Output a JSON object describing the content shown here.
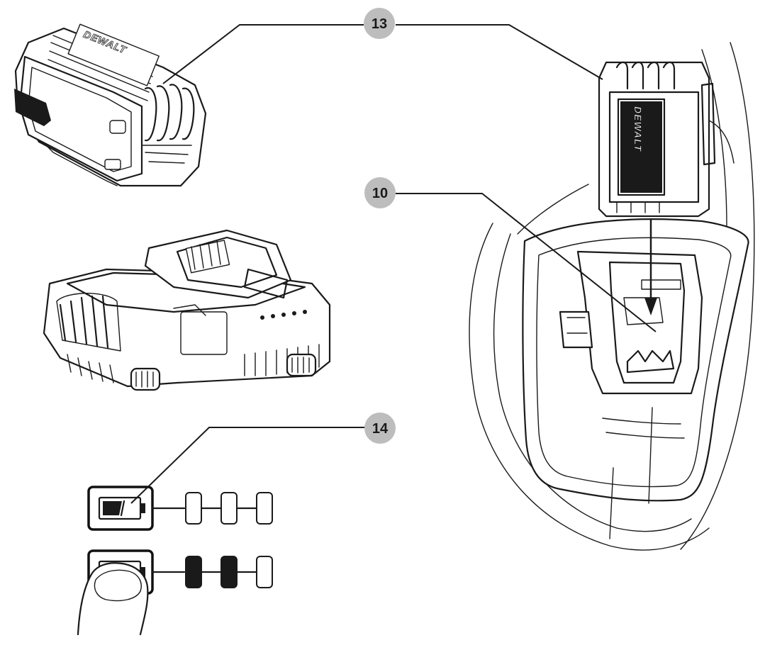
{
  "callouts": {
    "c13": "13",
    "c10": "10",
    "c14": "14"
  },
  "brand": "DEWALT",
  "fuel_gauge": {
    "row1": {
      "lit": 0,
      "total": 3
    },
    "row2": {
      "lit": 2,
      "total": 3
    }
  },
  "colors": {
    "ink": "#1a1a1a",
    "callout_fill": "#bdbdbd",
    "background": "#ffffff"
  }
}
